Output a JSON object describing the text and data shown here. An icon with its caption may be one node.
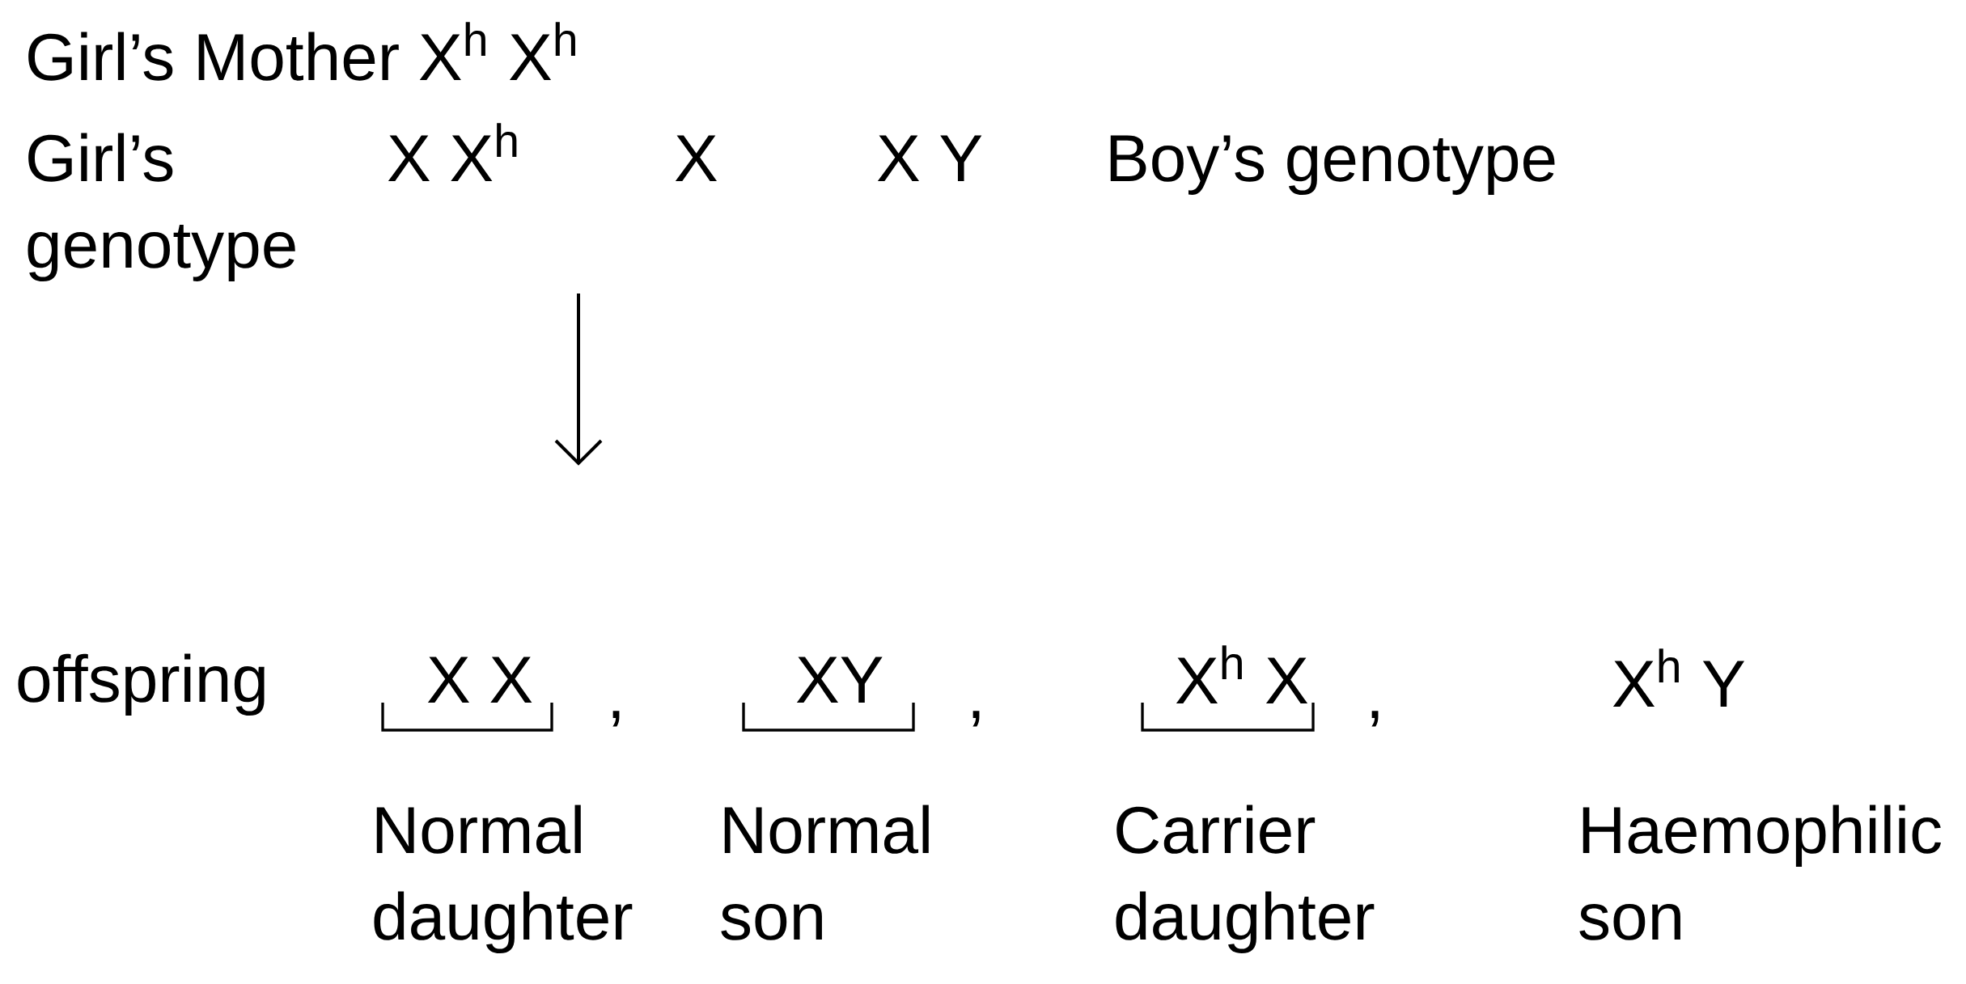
{
  "diagram": {
    "labels": [
      "Girl’s Mother X$^{h}$ X$^{h}$",
      "Girl’s genotype",
      "X X$^{h}$",
      "X",
      "X Y",
      "Boy’s genotype",
      "offspring",
      "X X",
      ",",
      "XY",
      ",",
      "X$^{h}$ X",
      ",",
      "X$^{h}$ Y",
      "Normal daughter",
      "Normal son",
      "Carrier daughter",
      "Haemophilic son"
    ]
  }
}
